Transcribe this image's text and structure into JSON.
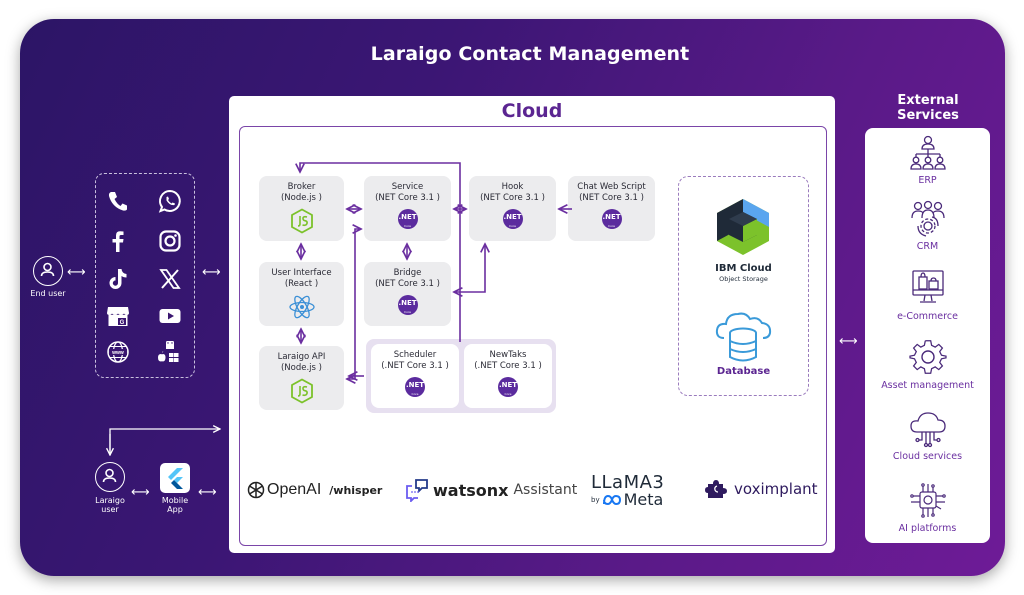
{
  "title": "Laraigo Contact Management",
  "colors": {
    "frame_start": "#2c1566",
    "frame_end": "#6e1b97",
    "accent": "#5b2591",
    "net_badge": "#5b2b9e",
    "node_green": "#7cc22b",
    "react_blue": "#3a8fd6"
  },
  "end_user": {
    "label": "End user",
    "icon": "user-icon"
  },
  "channels": [
    {
      "name": "phone",
      "icon": "phone-icon"
    },
    {
      "name": "whatsapp",
      "icon": "whatsapp-icon"
    },
    {
      "name": "facebook",
      "icon": "facebook-icon"
    },
    {
      "name": "instagram",
      "icon": "instagram-icon"
    },
    {
      "name": "tiktok",
      "icon": "tiktok-icon"
    },
    {
      "name": "x",
      "icon": "x-icon"
    },
    {
      "name": "google-business",
      "icon": "google-business-icon",
      "badge": "G"
    },
    {
      "name": "youtube",
      "icon": "youtube-icon"
    },
    {
      "name": "web",
      "icon": "globe-icon",
      "badge": "www"
    },
    {
      "name": "apps",
      "icon": "android-apple-windows-icon"
    }
  ],
  "laraigo_user": {
    "label_line1": "Laraigo",
    "label_line2": "user"
  },
  "mobile_app": {
    "label_line1": "Mobile",
    "label_line2": "App",
    "icon": "flutter-icon"
  },
  "cloud": {
    "title": "Cloud",
    "services": {
      "broker": {
        "name": "Broker",
        "tech": "(Node.js )",
        "icon": "nodejs-icon"
      },
      "service": {
        "name": "Service",
        "tech": "(NET Core 3.1 )",
        "icon": "dotnet-icon"
      },
      "hook": {
        "name": "Hook",
        "tech": "(NET Core 3.1 )",
        "icon": "dotnet-icon"
      },
      "chat_web_script": {
        "name": "Chat Web Script",
        "tech": "(NET Core 3.1 )",
        "icon": "dotnet-icon"
      },
      "user_interface": {
        "name": "User Interface",
        "tech": "(React )",
        "icon": "react-icon"
      },
      "bridge": {
        "name": "Bridge",
        "tech": "(NET Core 3.1 )",
        "icon": "dotnet-icon"
      },
      "laraigo_api": {
        "name": "Laraigo API",
        "tech": "(Node.js )",
        "icon": "nodejs-icon"
      },
      "scheduler": {
        "name": "Scheduler",
        "tech": "(.NET Core 3.1 )",
        "icon": "dotnet-icon"
      },
      "newtaks": {
        "name": "NewTaks",
        "tech": "(.NET Core 3.1 )",
        "icon": "dotnet-icon"
      }
    },
    "net_badge": {
      "main": ".NET",
      "sub": "Core"
    },
    "storage": {
      "ibm": {
        "title": "IBM Cloud",
        "subtitle": "Object Storage"
      },
      "database": {
        "label": "Database"
      }
    },
    "partners": [
      {
        "name": "OpenAI",
        "suffix": "/whisper"
      },
      {
        "name": "watsonx",
        "suffix": "Assistant"
      },
      {
        "name": "LLaMA3",
        "suffix": "Meta",
        "prefix": "by"
      },
      {
        "name": "voximplant"
      }
    ]
  },
  "external": {
    "title_line1": "External",
    "title_line2": "Services",
    "items": [
      {
        "label": "ERP",
        "icon": "org-chart-icon"
      },
      {
        "label": "CRM",
        "icon": "team-gear-icon"
      },
      {
        "label": "e-Commerce",
        "icon": "monitor-shopping-icon"
      },
      {
        "label": "Asset management",
        "icon": "gear-icon"
      },
      {
        "label": "Cloud services",
        "icon": "cloud-network-icon"
      },
      {
        "label": "AI platforms",
        "icon": "ai-chip-icon"
      }
    ]
  },
  "arrows": {
    "bidirectional": "⟷"
  }
}
